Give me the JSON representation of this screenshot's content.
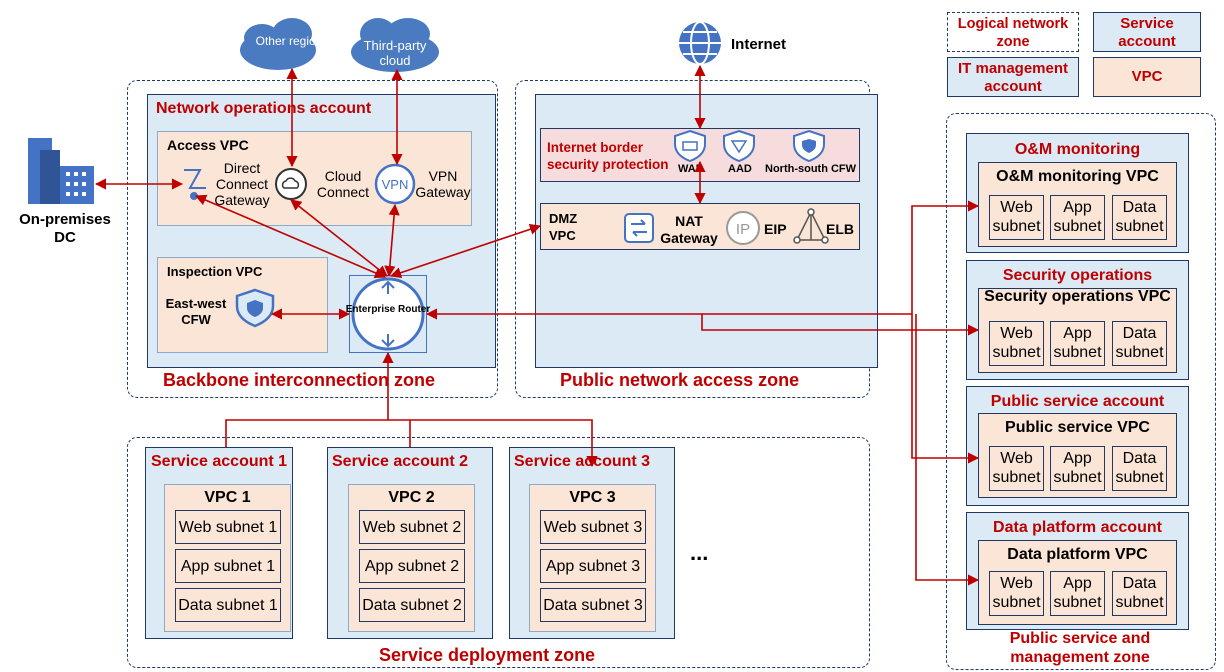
{
  "legend": {
    "logical_zone": "Logical network zone",
    "service_account": "Service account",
    "it_mgmt_account": "IT management account",
    "vpc": "VPC"
  },
  "external": {
    "other_regions": "Other regions",
    "third_party_cloud": "Third-party cloud",
    "internet": "Internet",
    "on_prem": "On-premises DC"
  },
  "backbone": {
    "zone_label": "Backbone interconnection zone",
    "account_title": "Network operations account",
    "access_vpc": "Access VPC",
    "dc_gateway": "Direct Connect Gateway",
    "cloud_connect": "Cloud Connect",
    "vpn_gateway": "VPN Gateway",
    "vpn_icon_text": "VPN",
    "inspection_vpc": "Inspection VPC",
    "ew_cfw": "East-west CFW",
    "router": "Enterprise Router"
  },
  "public_access": {
    "zone_label": "Public network access zone",
    "border_title": "Internet border security protection",
    "waf": "WAF",
    "aad": "AAD",
    "ns_cfw": "North-south CFW",
    "dmz_vpc": "DMZ VPC",
    "nat": "NAT Gateway",
    "eip": "EIP",
    "eip_icon_text": "IP",
    "elb": "ELB"
  },
  "service_zone": {
    "zone_label": "Service deployment zone",
    "ellipsis": "...",
    "accounts": [
      {
        "title": "Service account 1",
        "vpc": "VPC 1",
        "subnets": [
          "Web subnet 1",
          "App subnet 1",
          "Data subnet 1"
        ]
      },
      {
        "title": "Service account 2",
        "vpc": "VPC 2",
        "subnets": [
          "Web subnet 2",
          "App subnet 2",
          "Data subnet 2"
        ]
      },
      {
        "title": "Service account 3",
        "vpc": "VPC 3",
        "subnets": [
          "Web subnet 3",
          "App subnet 3",
          "Data subnet 3"
        ]
      }
    ]
  },
  "mgmt_zone": {
    "zone_label": "Public service and management zone",
    "accounts": [
      {
        "title": "O&M monitoring",
        "vpc": "O&M monitoring VPC",
        "subnets": [
          "Web subnet",
          "App subnet",
          "Data subnet"
        ]
      },
      {
        "title": "Security operations",
        "vpc": "Security operations VPC",
        "subnets": [
          "Web subnet",
          "App subnet",
          "Data subnet"
        ]
      },
      {
        "title": "Public service account",
        "vpc": "Public service VPC",
        "subnets": [
          "Web subnet",
          "App subnet",
          "Data subnet"
        ]
      },
      {
        "title": "Data platform account",
        "vpc": "Data platform VPC",
        "subnets": [
          "Web subnet",
          "App subnet",
          "Data subnet"
        ]
      }
    ]
  },
  "colors": {
    "title_red": "#c00000",
    "account_blue": "#dbeaf4",
    "vpc_peach": "#fbe5d6",
    "line_red": "#c00000",
    "icon_blue": "#4472c4"
  }
}
